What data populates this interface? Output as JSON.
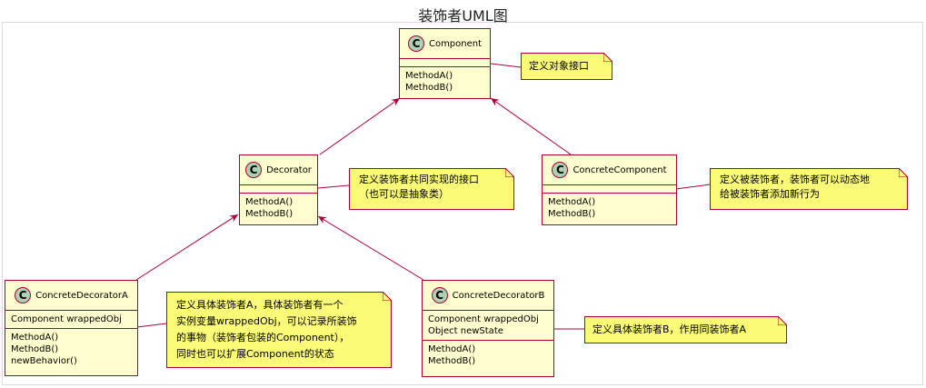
{
  "title": "装饰者UML图",
  "classes": {
    "component": {
      "name": "Component",
      "badge": "C",
      "fields": [],
      "methods": [
        "MethodA()",
        "MethodB()"
      ]
    },
    "decorator": {
      "name": "Decorator",
      "badge": "C",
      "fields": [],
      "methods": [
        "MethodA()",
        "MethodB()"
      ]
    },
    "concrete_component": {
      "name": "ConcreteComponent",
      "badge": "C",
      "fields": [],
      "methods": [
        "MethodA()",
        "MethodB()"
      ]
    },
    "concrete_decorator_a": {
      "name": "ConcreteDecoratorA",
      "badge": "C",
      "fields": [
        "Component wrappedObj"
      ],
      "methods": [
        "MethodA()",
        "MethodB()",
        "newBehavior()"
      ]
    },
    "concrete_decorator_b": {
      "name": "ConcreteDecoratorB",
      "badge": "C",
      "fields": [
        "Component wrappedObj",
        "Object newState"
      ],
      "methods": [
        "MethodA()",
        "MethodB()"
      ]
    }
  },
  "notes": {
    "component": [
      "定义对象接口"
    ],
    "decorator": [
      "定义装饰者共同实现的接口",
      "（也可以是抽象类）"
    ],
    "concrete_component": [
      "定义被装饰者，装饰者可以动态地",
      "给被装饰者添加新行为"
    ],
    "concrete_decorator_a": [
      "定义具体装饰者A，具体装饰者有一个",
      "实例变量wrappedObj，可以记录所装饰",
      "的事物（装饰者包装的Component），",
      "同时也可以扩展Component的状态"
    ],
    "concrete_decorator_b": [
      "定义具体装饰者B，作用同装饰者A"
    ]
  },
  "colors": {
    "class_fill": "#fefece",
    "border": "#a80036",
    "badge_fill": "#add1b2",
    "note_fill": "#fbfb77"
  }
}
